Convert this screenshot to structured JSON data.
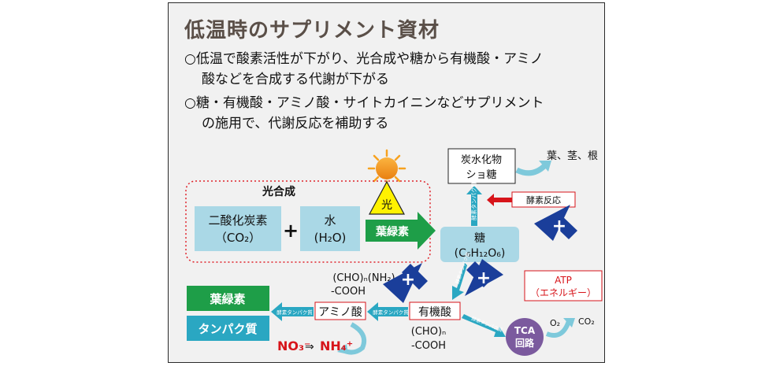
{
  "title": "低温時のサプリメント資材",
  "bullets": [
    {
      "line1": "○低温で酸素活性が下がり、光合成や糖から有機酸・アミノ",
      "line2": "酸などを合成する代謝が下がる"
    },
    {
      "line1": "○糖・有機酸・アミノ酸・サイトカイニンなどサプリメント",
      "line2": "の施用で、代謝反応を補助する"
    }
  ],
  "diagram": {
    "light": "光",
    "photosynthesis_label": "光合成",
    "co2_name": "二酸化炭素",
    "co2_formula": "（CO₂）",
    "plus": "+",
    "water_name": "水",
    "water_formula": "(H₂O)",
    "chlorophyll_arrow": "葉緑素",
    "carbohydrate": "炭水化物",
    "sucrose": "ショ糖",
    "leaf_stem_root": "葉、茎、根",
    "enzyme_reaction": "酵素反応",
    "enzyme_protein": "酵素タンパク質",
    "sugar_name": "糖",
    "sugar_formula": "(C₆H₁₂O₆)",
    "amino_formula_1": "(CHO)ₙ(NH₂)",
    "amino_formula_2": "-COOH",
    "chlorophyll_box": "葉緑素",
    "protein_box": "タンパク質",
    "amino_acid": "アミノ酸",
    "organic_acid": "有機酸",
    "organic_formula_1": "(CHO)ₙ",
    "organic_formula_2": "-COOH",
    "nitrate": "NO₃⁻",
    "convert_arrow": "⇒",
    "ammonium": "NH₄⁺",
    "atp_1": "ATP",
    "atp_2": "（エネルギー）",
    "o2": "O₂",
    "co2_out": "CO₂",
    "tca_1": "TCA",
    "tca_2": "回路"
  },
  "colors": {
    "title": "#5a4f48",
    "cyan_box": "#aad8e6",
    "green": "#1e9e48",
    "teal": "#2aa7c2",
    "blue_plus": "#1a3e9a",
    "red": "#d7141a",
    "purple": "#7b5a9e",
    "sun": "#f49a1b"
  }
}
